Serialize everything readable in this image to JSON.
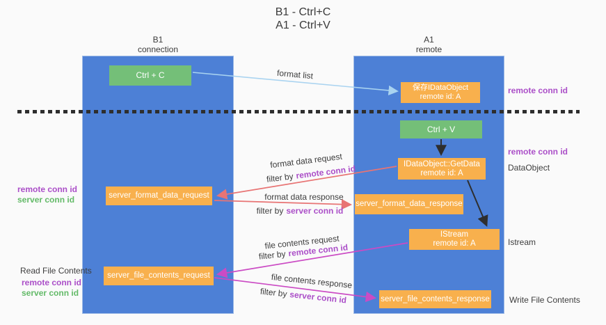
{
  "title": {
    "line1": "B1 - Ctrl+C",
    "line2": "A1 - Ctrl+V"
  },
  "lanes": {
    "left": {
      "title": "B1",
      "subtitle": "connection"
    },
    "right": {
      "title": "A1",
      "subtitle": "remote"
    }
  },
  "nodes": {
    "ctrl_c": {
      "label": "Ctrl + C"
    },
    "ctrl_v": {
      "label": "Ctrl + V"
    },
    "save_dataobject": {
      "line1": "保存IDataObject",
      "line2": "remote id: A"
    },
    "getdata": {
      "line1": "IDataObject::GetData",
      "line2": "remote id: A"
    },
    "istream": {
      "line1": "IStream",
      "line2": "remote id: A"
    },
    "server_format_data_request": {
      "label": "server_format_data_request"
    },
    "server_format_data_response": {
      "label": "server_format_data_response"
    },
    "server_file_contents_request": {
      "label": "server_file_contents_request"
    },
    "server_file_contents_response": {
      "label": "server_file_contents_response"
    }
  },
  "flow_labels": {
    "format_list": "format list",
    "format_data_request": "format data request",
    "format_data_response": "format data response",
    "file_contents_request": "file contents request",
    "file_contents_response": "file contents response",
    "filter_by": "filter by",
    "remote_conn_id": "remote conn id",
    "server_conn_id": "server conn id"
  },
  "side_labels": {
    "remote_conn_id": "remote conn id",
    "server_conn_id": "server conn id",
    "dataobject": "DataObject",
    "istream": "Istream",
    "read_file_contents": "Read File Contents",
    "write_file_contents": "Write File Contents"
  },
  "colors": {
    "lane_blue": "#4d80d6",
    "node_orange": "#f8b04d",
    "node_green": "#74bf78",
    "highlight_purple": "#ab4fc8",
    "highlight_green": "#63ba68",
    "arrow_salmon": "#e87474",
    "arrow_magenta": "#cb4bc4",
    "arrow_light_blue": "#a9d3f0",
    "arrow_black": "#2e2e2e",
    "background": "#fafafa"
  }
}
